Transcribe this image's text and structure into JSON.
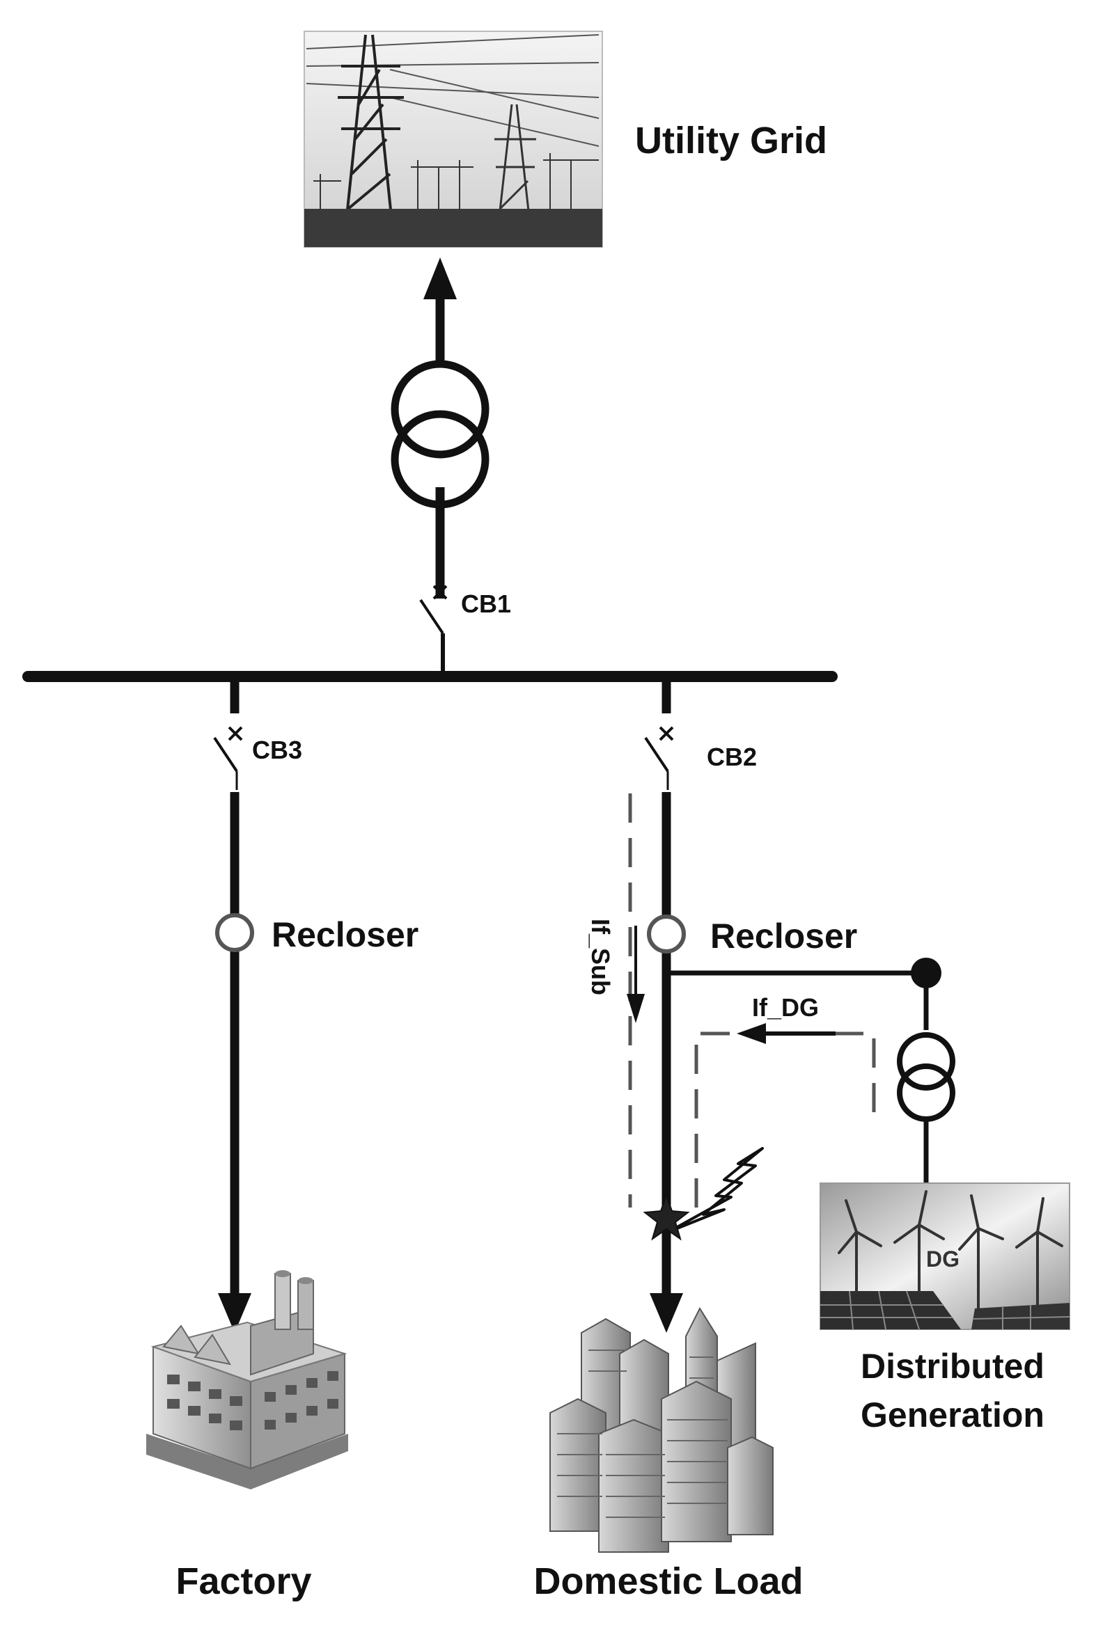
{
  "labels": {
    "utility_grid": "Utility Grid",
    "cb1": "CB1",
    "cb2": "CB2",
    "cb3": "CB3",
    "recloser_left": "Recloser",
    "recloser_right": "Recloser",
    "if_sub": "If_Sub",
    "if_dg": "If_DG",
    "dg_badge": "DG",
    "distributed_generation_line1": "Distributed",
    "distributed_generation_line2": "Generation",
    "factory": "Factory",
    "domestic_load": "Domestic Load"
  },
  "colors": {
    "line": "#111111",
    "dashed": "#555555",
    "photo_sky": "#e8e8e8",
    "photo_dark": "#444444"
  }
}
